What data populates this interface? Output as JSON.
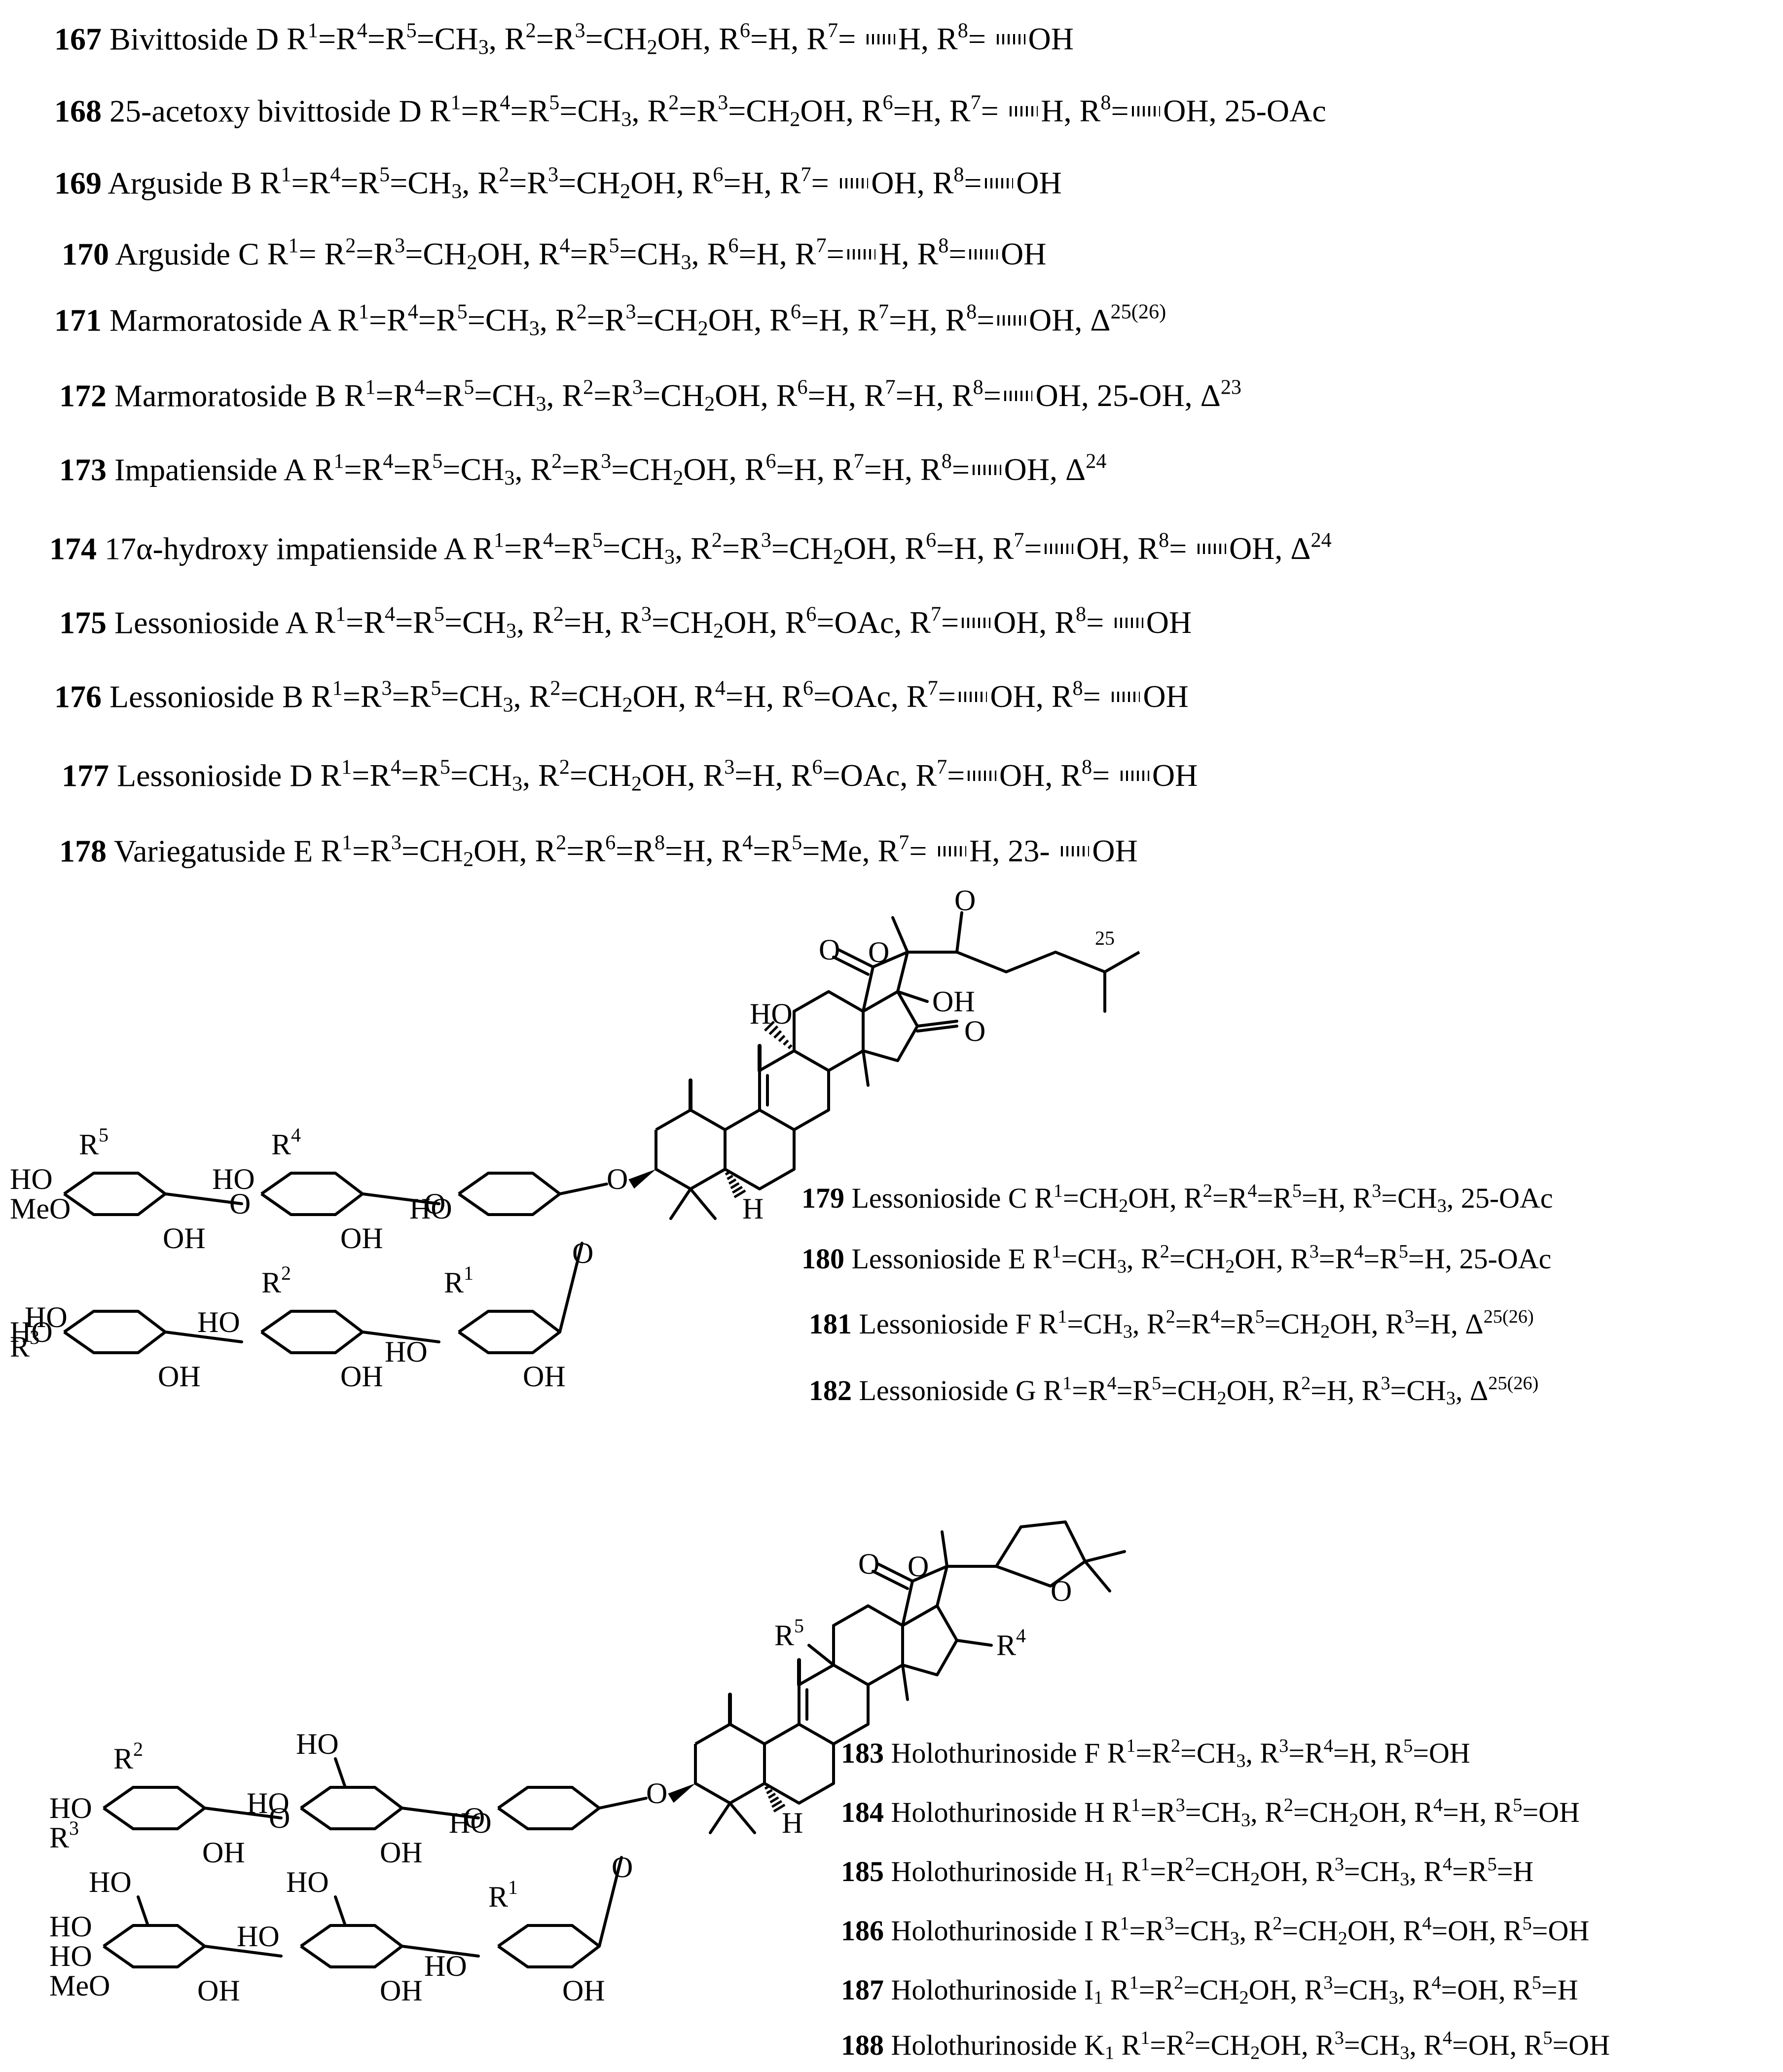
{
  "compounds": [
    {
      "num": "167",
      "name": "Bivittoside D",
      "rich": "R^1^=R^4^=R^5^=CH_3_, R^2^=R^3^=CH_2_OH, R^6^=H, R^7^= ~H, R^8^= ~OH"
    },
    {
      "num": "168",
      "name": "25-acetoxy bivittoside D",
      "rich": "R^1^=R^4^=R^5^=CH_3_, R^2^=R^3^=CH_2_OH, R^6^=H, R^7^= ~H, R^8^=~OH, 25-OAc"
    },
    {
      "num": "169",
      "name": "Arguside B",
      "rich": "R^1^=R^4^=R^5^=CH_3_, R^2^=R^3^=CH_2_OH, R^6^=H, R^7^= ~OH, R^8^=~OH"
    },
    {
      "num": "170",
      "name": "Arguside C",
      "rich": "R^1^= R^2^=R^3^=CH_2_OH, R^4^=R^5^=CH_3_, R^6^=H, R^7^=~H, R^8^=~OH"
    },
    {
      "num": "171",
      "name": "Marmoratoside A",
      "rich": "R^1^=R^4^=R^5^=CH_3_, R^2^=R^3^=CH_2_OH, R^6^=H, R^7^=H, R^8^=~OH, Δ^25(26)^"
    },
    {
      "num": "172",
      "name": "Marmoratoside B",
      "rich": "R^1^=R^4^=R^5^=CH_3_, R^2^=R^3^=CH_2_OH, R^6^=H, R^7^=H, R^8^=~OH, 25-OH, Δ^23^"
    },
    {
      "num": "173",
      "name": "Impatienside A",
      "rich": "R^1^=R^4^=R^5^=CH_3_, R^2^=R^3^=CH_2_OH, R^6^=H, R^7^=H, R^8^=~OH, Δ^24^"
    },
    {
      "num": "174",
      "name": "17α-hydroxy impatienside A",
      "rich": "R^1^=R^4^=R^5^=CH_3_, R^2^=R^3^=CH_2_OH, R^6^=H, R^7^=~OH, R^8^= ~OH, Δ^24^"
    },
    {
      "num": "175",
      "name": "Lessonioside A",
      "rich": "R^1^=R^4^=R^5^=CH_3_, R^2^=H, R^3^=CH_2_OH, R^6^=OAc, R^7^=~OH, R^8^= ~OH"
    },
    {
      "num": "176",
      "name": "Lessonioside B",
      "rich": "R^1^=R^3^=R^5^=CH_3_, R^2^=CH_2_OH, R^4^=H, R^6^=OAc, R^7^=~OH, R^8^= ~OH"
    },
    {
      "num": "177",
      "name": "Lessonioside D",
      "rich": "R^1^=R^4^=R^5^=CH_3_, R^2^=CH_2_OH, R^3^=H, R^6^=OAc, R^7^=~OH, R^8^= ~OH"
    },
    {
      "num": "178",
      "name": "Variegatuside E",
      "rich": "R^1^=R^3^=CH_2_OH, R^2^=R^6^=R^8^=H, R^4^=R^5^=Me, R^7^= ~H, 23- ~OH"
    }
  ],
  "structure1": {
    "labels": {
      "ho_top": "HO",
      "oh_mid": "OH",
      "o_ketone_top": "O",
      "o_lactone": "O",
      "o_ring": "O",
      "c25": "25",
      "o_ketone_ring": "O",
      "h": "H",
      "r5": "R",
      "r5n": "5",
      "r4": "R",
      "r4n": "4",
      "r2": "R",
      "r2n": "2",
      "r1": "R",
      "r1n": "1",
      "r3": "R",
      "r3n": "3",
      "ho": "HO",
      "meo": "MeO",
      "oh": "OH",
      "o": "O"
    },
    "compounds": [
      {
        "num": "179",
        "name": "Lessonioside C",
        "rich": "R^1^=CH_2_OH, R^2^=R^4^=R^5^=H, R^3^=CH_3_, 25-OAc"
      },
      {
        "num": "180",
        "name": "Lessonioside E",
        "rich": "R^1^=CH_3_, R^2^=CH_2_OH, R^3^=R^4^=R^5^=H, 25-OAc"
      },
      {
        "num": "181",
        "name": "Lessonioside F",
        "rich": "R^1^=CH_3_, R^2^=R^4^=R^5^=CH_2_OH, R^3^=H, Δ^25(26)^"
      },
      {
        "num": "182",
        "name": "Lessonioside G",
        "rich": "R^1^=R^4^=R^5^=CH_2_OH, R^2^=H, R^3^=CH_3_, Δ^25(26)^"
      }
    ]
  },
  "structure2": {
    "labels": {
      "o_lactone_c": "O",
      "o_lactone": "O",
      "o_thf": "O",
      "r5": "R",
      "r5n": "5",
      "r4": "R",
      "r4n": "4",
      "h": "H",
      "r2": "R",
      "r2n": "2",
      "r1": "R",
      "r1n": "1",
      "r3": "R",
      "r3n": "3",
      "ho": "HO",
      "meo": "MeO",
      "oh": "OH",
      "o": "O"
    },
    "compounds": [
      {
        "num": "183",
        "name": "Holothurinoside F",
        "rich": "R^1^=R^2^=CH_3_, R^3^=R^4^=H, R^5^=OH"
      },
      {
        "num": "184",
        "name": "Holothurinoside H",
        "rich": "R^1^=R^3^=CH_3_, R^2^=CH_2_OH, R^4^=H, R^5^=OH"
      },
      {
        "num": "185",
        "name": "Holothurinoside H_1_",
        "rich": "R^1^=R^2^=CH_2_OH, R^3^=CH_3_, R^4^=R^5^=H"
      },
      {
        "num": "186",
        "name": "Holothurinoside I",
        "rich": "R^1^=R^3^=CH_3_, R^2^=CH_2_OH, R^4^=OH, R^5^=OH"
      },
      {
        "num": "187",
        "name": "Holothurinoside I_1_",
        "rich": "R^1^=R^2^=CH_2_OH, R^3^=CH_3_, R^4^=OH, R^5^=H"
      },
      {
        "num": "188",
        "name": "Holothurinoside K_1_",
        "rich": "R^1^=R^2^=CH_2_OH, R^3^=CH_3_, R^4^=OH, R^5^=OH"
      }
    ]
  }
}
